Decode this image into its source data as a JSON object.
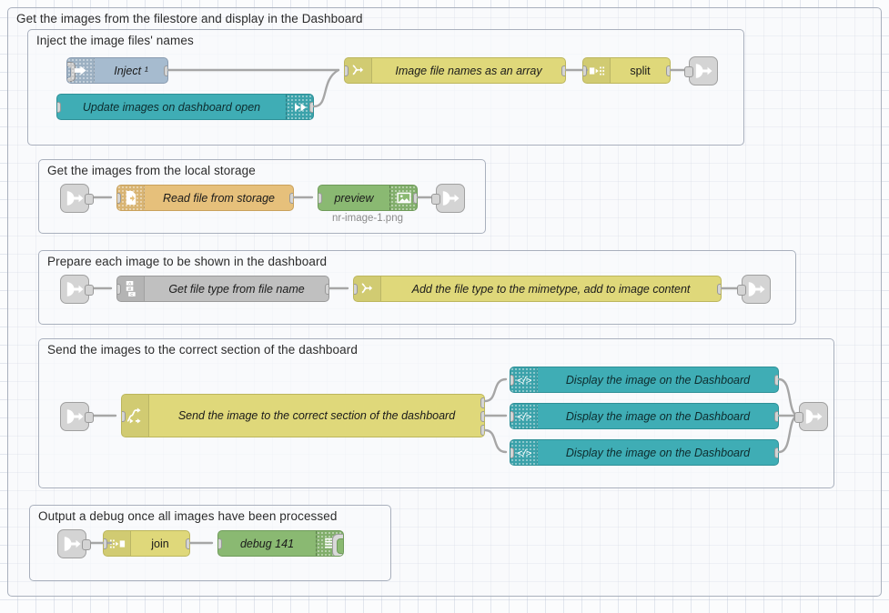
{
  "app": {
    "name": "Node-RED flow editor canvas"
  },
  "groups": [
    {
      "id": "g-outer",
      "label": "Get the images from the filestore and display in the Dashboard"
    },
    {
      "id": "g-inject",
      "label": "Inject the image files' names"
    },
    {
      "id": "g-storage",
      "label": "Get the images from the local storage"
    },
    {
      "id": "g-prepare",
      "label": "Prepare each image to be shown in the dashboard"
    },
    {
      "id": "g-send",
      "label": "Send the images to the correct section of the dashboard"
    },
    {
      "id": "g-debug",
      "label": "Output a debug once all images have been processed"
    }
  ],
  "nodes": {
    "inject": {
      "label": "Inject ¹",
      "icon": "inject-arrow-icon",
      "type": "inject",
      "color": "#a6bbcf"
    },
    "update_images": {
      "label": "Update images on dashboard open",
      "icon": "ui-control-arrow-icon",
      "type": "ui-control",
      "color": "#3fadb5"
    },
    "file_names": {
      "label": "Image file names as an array",
      "icon": "function-icon",
      "type": "function",
      "color": "#dfd87a"
    },
    "split": {
      "label": "split",
      "icon": "split-icon",
      "type": "split",
      "color": "#dfd87a"
    },
    "read_file": {
      "label": "Read file from storage",
      "icon": "file-in-icon",
      "type": "file in",
      "color": "#e6c07b"
    },
    "preview": {
      "label": "preview",
      "icon": "image-preview-icon",
      "type": "image",
      "color": "#8ab972",
      "sublabel": "nr-image-1.png"
    },
    "get_file_type": {
      "label": "Get file type from file name",
      "icon": "change-abc-icon",
      "type": "change",
      "color": "#c0c0c0"
    },
    "add_mimetype": {
      "label": "Add the file type to the mimetype, add to image content",
      "icon": "function-icon",
      "type": "function",
      "color": "#dfd87a"
    },
    "send_switch": {
      "label": "Send the image to the correct section of the dashboard",
      "icon": "switch-icon",
      "type": "switch",
      "color": "#dfd87a"
    },
    "display1": {
      "label": "Display the image on the Dashboard",
      "icon": "code-template-icon",
      "type": "ui-template",
      "color": "#3fadb5"
    },
    "display2": {
      "label": "Display the image on the Dashboard",
      "icon": "code-template-icon",
      "type": "ui-template",
      "color": "#3fadb5"
    },
    "display3": {
      "label": "Display the image on the Dashboard",
      "icon": "code-template-icon",
      "type": "ui-template",
      "color": "#3fadb5"
    },
    "join": {
      "label": "join",
      "icon": "join-icon",
      "type": "join",
      "color": "#dfd87a"
    },
    "debug": {
      "label": "debug 141",
      "icon": "debug-list-icon",
      "type": "debug",
      "color": "#8ab972"
    }
  },
  "link_nodes": {
    "out1": {
      "name": "link-out-node",
      "icon": "link-out-icon"
    },
    "in2": {
      "name": "link-in-node",
      "icon": "link-in-icon"
    },
    "out2": {
      "name": "link-out-node",
      "icon": "link-out-icon"
    },
    "in3": {
      "name": "link-in-node",
      "icon": "link-in-icon"
    },
    "out3": {
      "name": "link-out-node",
      "icon": "link-out-icon"
    },
    "in4": {
      "name": "link-in-node",
      "icon": "link-in-icon"
    },
    "out4": {
      "name": "link-out-node",
      "icon": "link-out-icon"
    },
    "in5": {
      "name": "link-in-node",
      "icon": "link-in-icon"
    }
  },
  "colors": {
    "canvas": "#fbfcfd",
    "grid": "#aab4c8",
    "group_border": "#a9b0bd",
    "wire": "#a8a8a8",
    "port": "#d4d4d4"
  }
}
